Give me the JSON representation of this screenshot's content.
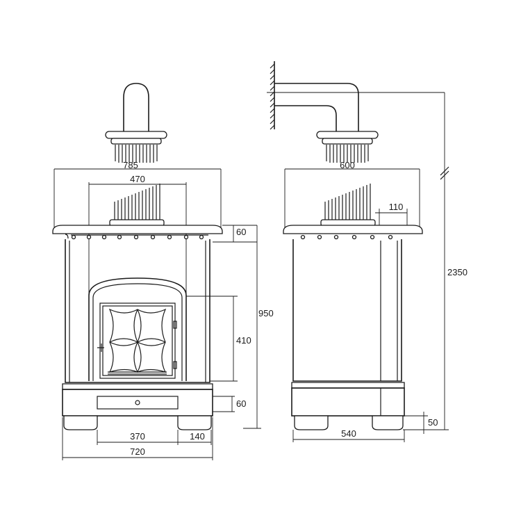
{
  "dimensions": {
    "front_top_width": "785",
    "front_inner_width": "470",
    "front_top_height": "60",
    "front_body_height": "950",
    "front_door_height": "410",
    "front_base_height": "60",
    "front_feet_span": "370",
    "front_foot_width": "140",
    "front_total_width": "720",
    "side_top_width": "600",
    "side_offset": "110",
    "total_height": "2350",
    "side_foot_height": "50",
    "side_total_width": "540"
  },
  "colors": {
    "line": "#1a1a1a",
    "background": "#ffffff"
  }
}
